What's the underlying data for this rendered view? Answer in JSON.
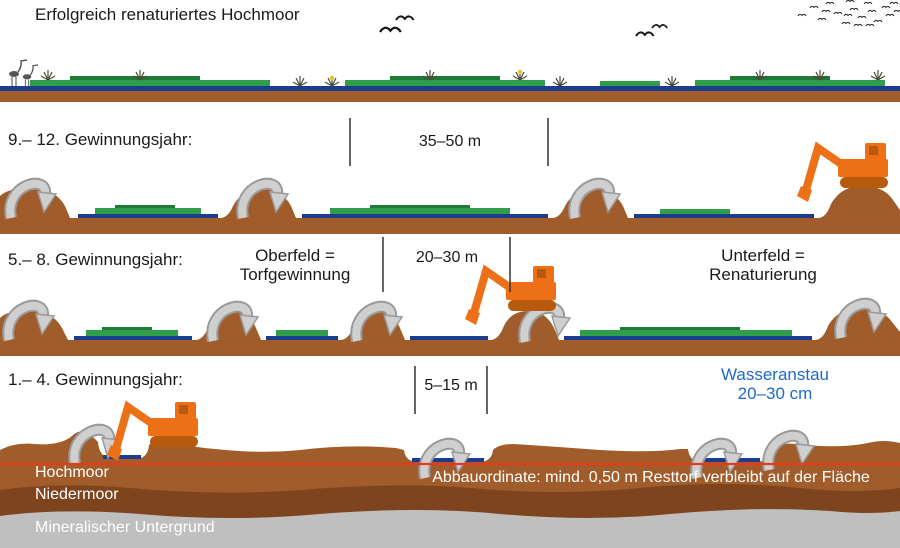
{
  "colors": {
    "peat_brown": "#A15C2B",
    "niedermoor_brown": "#7E441E",
    "mineral_gray": "#BFBFBF",
    "vegetation_green": "#2E9E49",
    "vegetation_green_dark": "#1E7A36",
    "water_blue": "#1C3D8F",
    "excavator_orange": "#ED7017",
    "excavator_orange_dark": "#B85A0E",
    "arrow_gray": "#CFCFCF",
    "arrow_outline": "#9A9A9A",
    "boundary_red": "#E8391D",
    "label_blue": "#1B6AC9"
  },
  "panels": {
    "renatured": {
      "title": "Erfolgreich renaturiertes Hochmoor"
    },
    "years_9_12": {
      "label": "9.– 12. Gewinnungsjahr:",
      "measurement": "35–50 m"
    },
    "years_5_8": {
      "label": "5.– 8. Gewinnungsjahr:",
      "oberfeld_line1": "Oberfeld =",
      "oberfeld_line2": "Torfgewinnung",
      "measurement": "20–30 m",
      "unterfeld_line1": "Unterfeld =",
      "unterfeld_line2": "Renaturierung"
    },
    "years_1_4": {
      "label": "1.– 4. Gewinnungsjahr:",
      "measurement": "5–15 m",
      "water_note_line1": "Wasseranstau",
      "water_note_line2": "20–30 cm"
    }
  },
  "layers": {
    "hochmoor": "Hochmoor",
    "niedermoor": "Niedermoor",
    "abbau_note": "Abbauordinate: mind. 0,50 m Resttorf verbleibt auf der Fläche",
    "mineral": "Mineralischer Untergrund"
  }
}
